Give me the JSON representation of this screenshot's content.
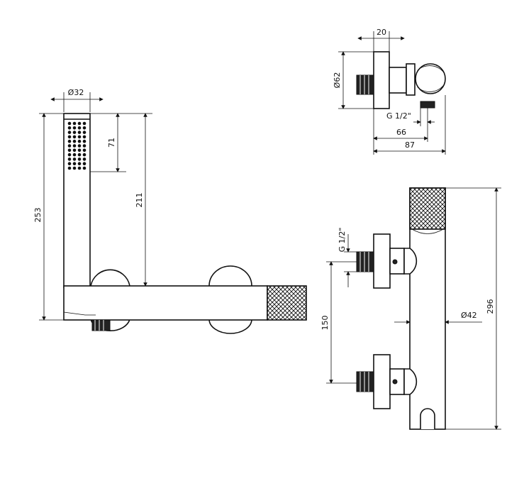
{
  "drawing": {
    "dimensions": {
      "handshower_diameter": "Ø32",
      "spray_length": "71",
      "handshower_total_length": "253",
      "holder_height": "211",
      "outlet_width": "20",
      "outlet_diameter": "Ø62",
      "outlet_thread": "G 1/2\"",
      "outlet_depth_inner": "66",
      "outlet_depth_total": "87",
      "inlet_thread": "G 1/2\"",
      "inlet_spacing": "150",
      "body_diameter": "Ø42",
      "body_height": "296"
    }
  }
}
